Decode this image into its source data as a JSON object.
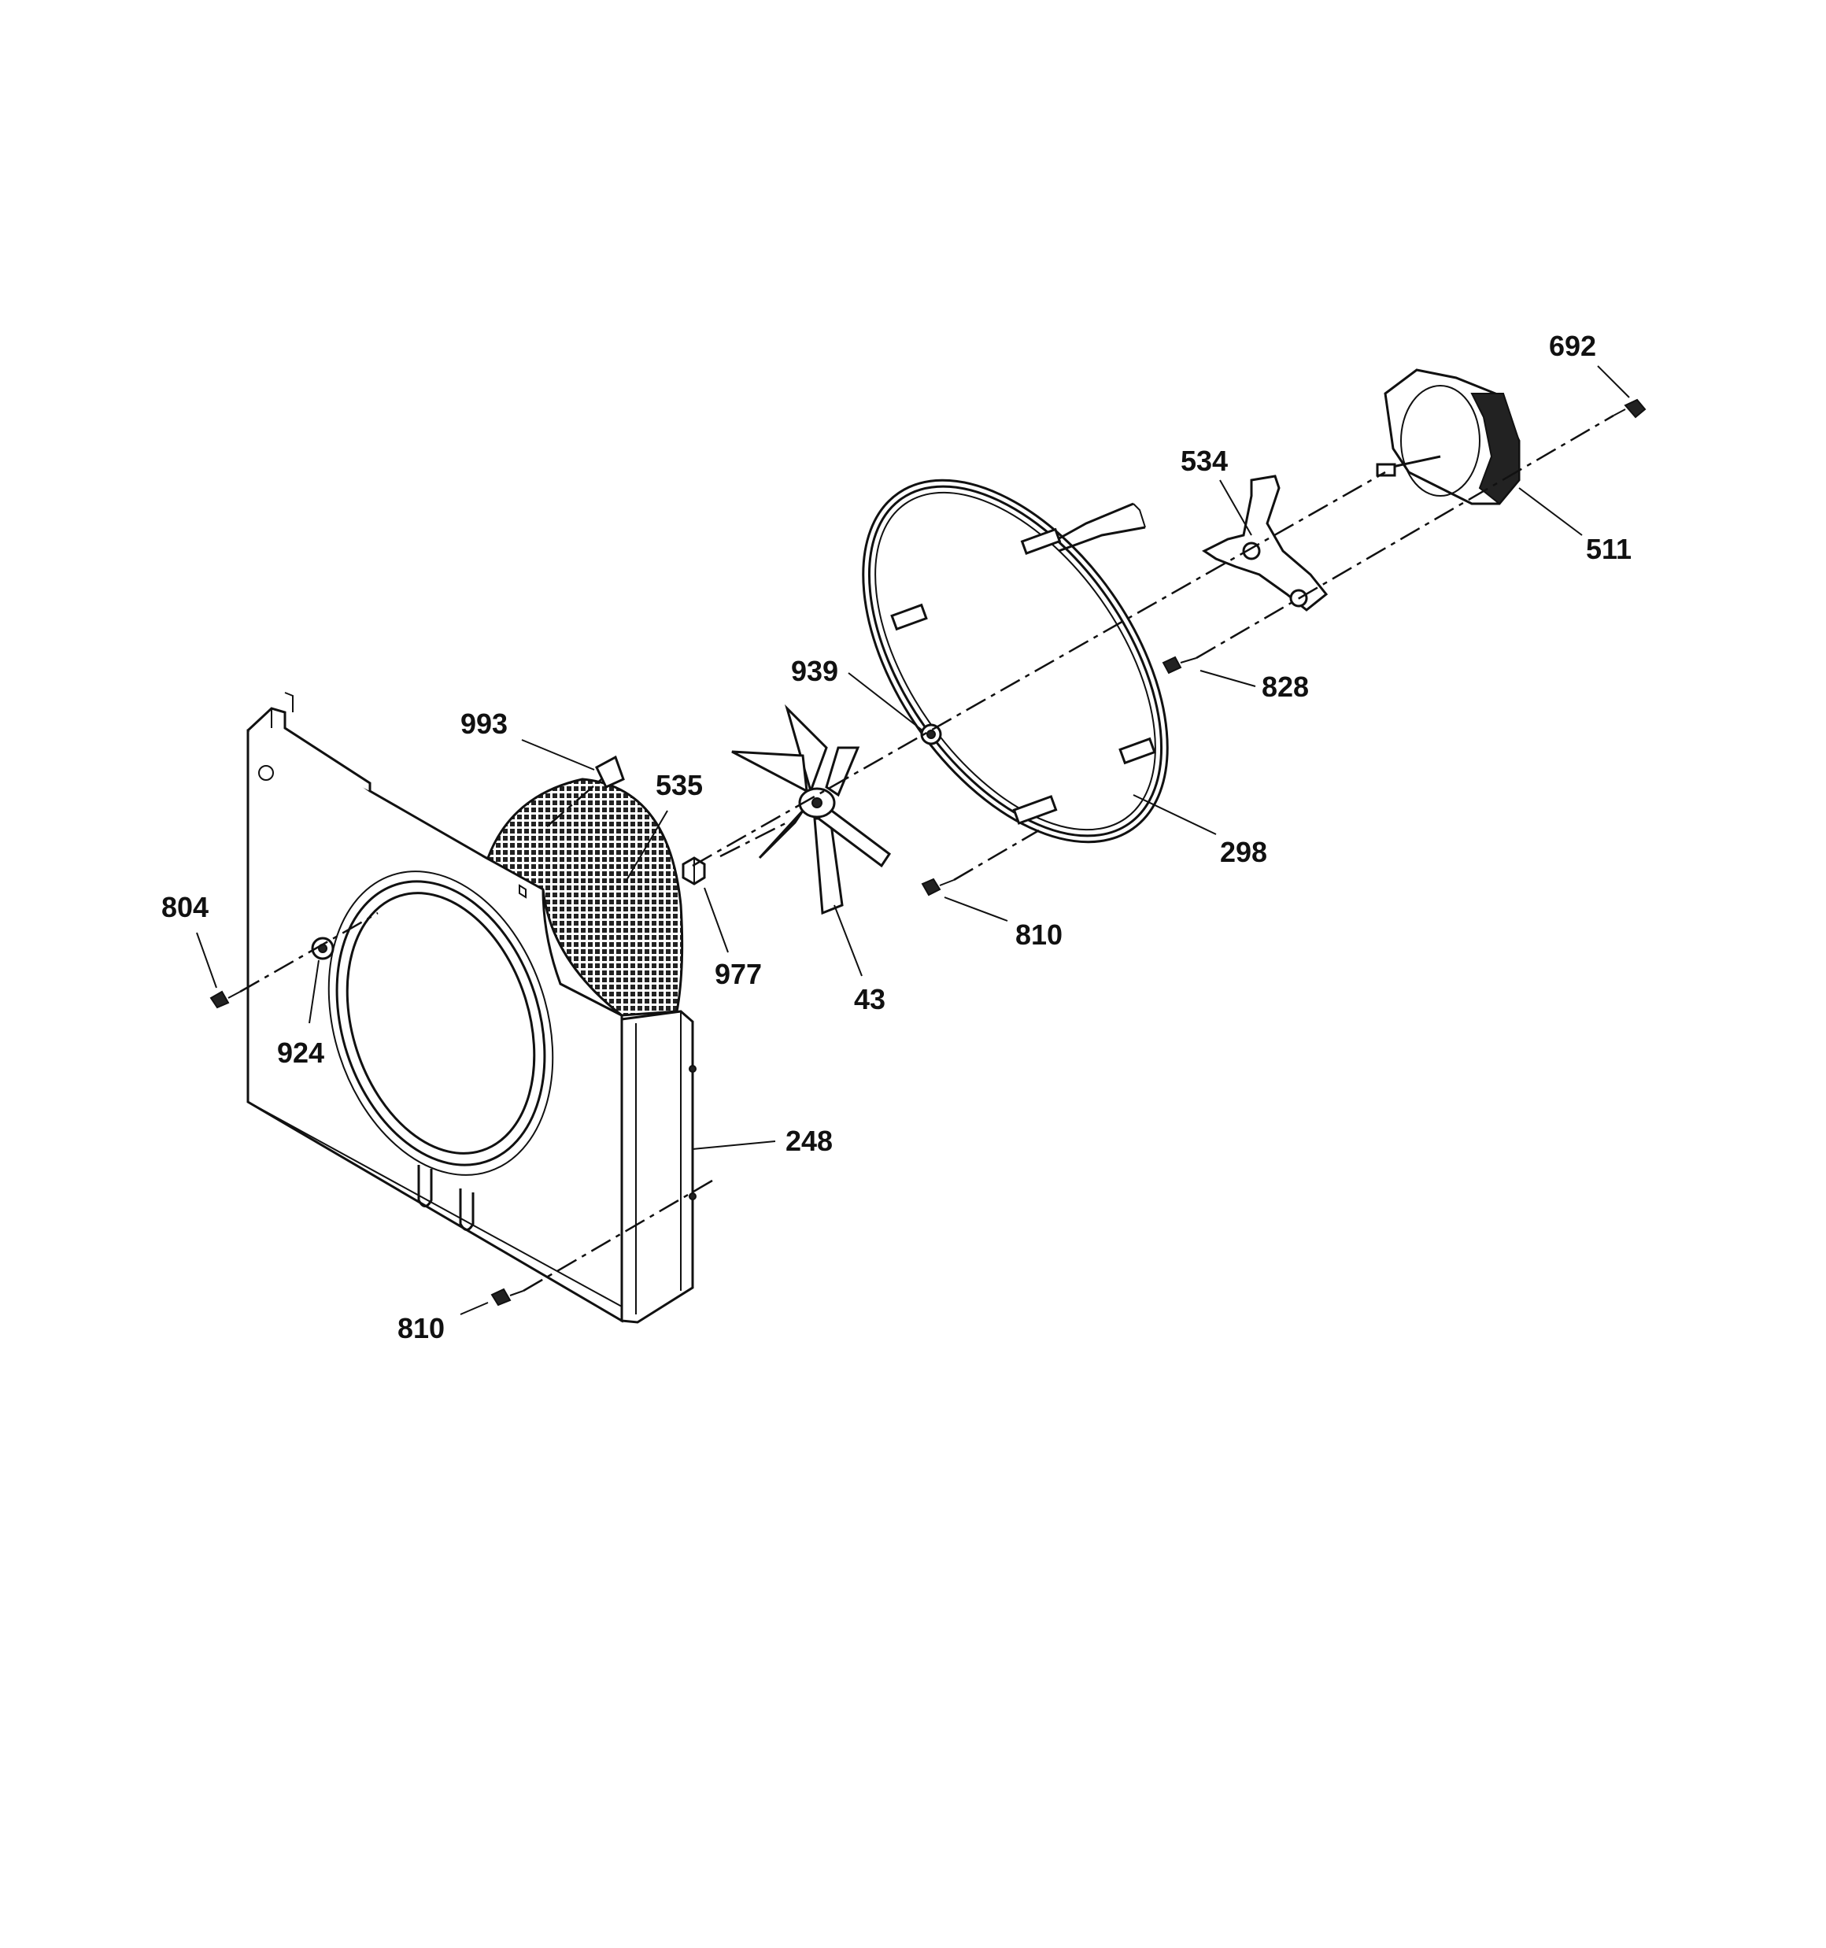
{
  "labels": {
    "p692": "692",
    "p534": "534",
    "p511": "511",
    "p939": "939",
    "p828": "828",
    "p993": "993",
    "p535": "535",
    "p298": "298",
    "p804": "804",
    "p977": "977",
    "p43": "43",
    "p810a": "810",
    "p924": "924",
    "p248": "248",
    "p810b": "810"
  }
}
